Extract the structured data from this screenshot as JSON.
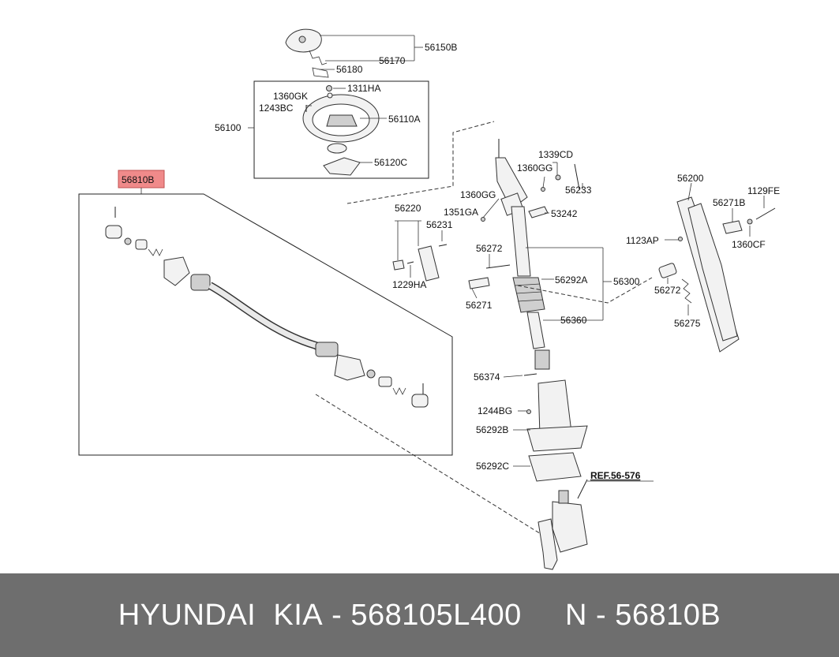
{
  "highlight_label": "56810B",
  "highlight_color": "#f08a8a",
  "footer_bg": "#6e6e6e",
  "labels": {
    "p56150B": "56150B",
    "p56170": "56170",
    "p56180": "56180",
    "p1311HA": "1311HA",
    "p1360GK": "1360GK",
    "p1243BC": "1243BC",
    "p56110A": "56110A",
    "p56100": "56100",
    "p56120C": "56120C",
    "p1339CD": "1339CD",
    "p1360GG_a": "1360GG",
    "p56233": "56233",
    "p1360GG_b": "1360GG",
    "p53242": "53242",
    "p56220": "56220",
    "p1351GA": "1351GA",
    "p56231": "56231",
    "p1229HA": "1229HA",
    "p56272_a": "56272",
    "p56292A": "56292A",
    "p56300": "56300",
    "p56271_a": "56271",
    "p56360": "56360",
    "p56374": "56374",
    "p1244BG": "1244BG",
    "p56292B": "56292B",
    "p56292C": "56292C",
    "pREF": "REF.56-576",
    "p56200": "56200",
    "p56271B": "56271B",
    "p1129FE": "1129FE",
    "p1123AP": "1123AP",
    "p1360CF": "1360CF",
    "p56272_b": "56272",
    "p56275": "56275"
  },
  "footer": {
    "brand": "HYUNDAI  KIA",
    "sep1": " - ",
    "part_number": "568105L400",
    "gap": "     ",
    "n_label": "N",
    "sep2": " - ",
    "ref_number": "56810B"
  }
}
